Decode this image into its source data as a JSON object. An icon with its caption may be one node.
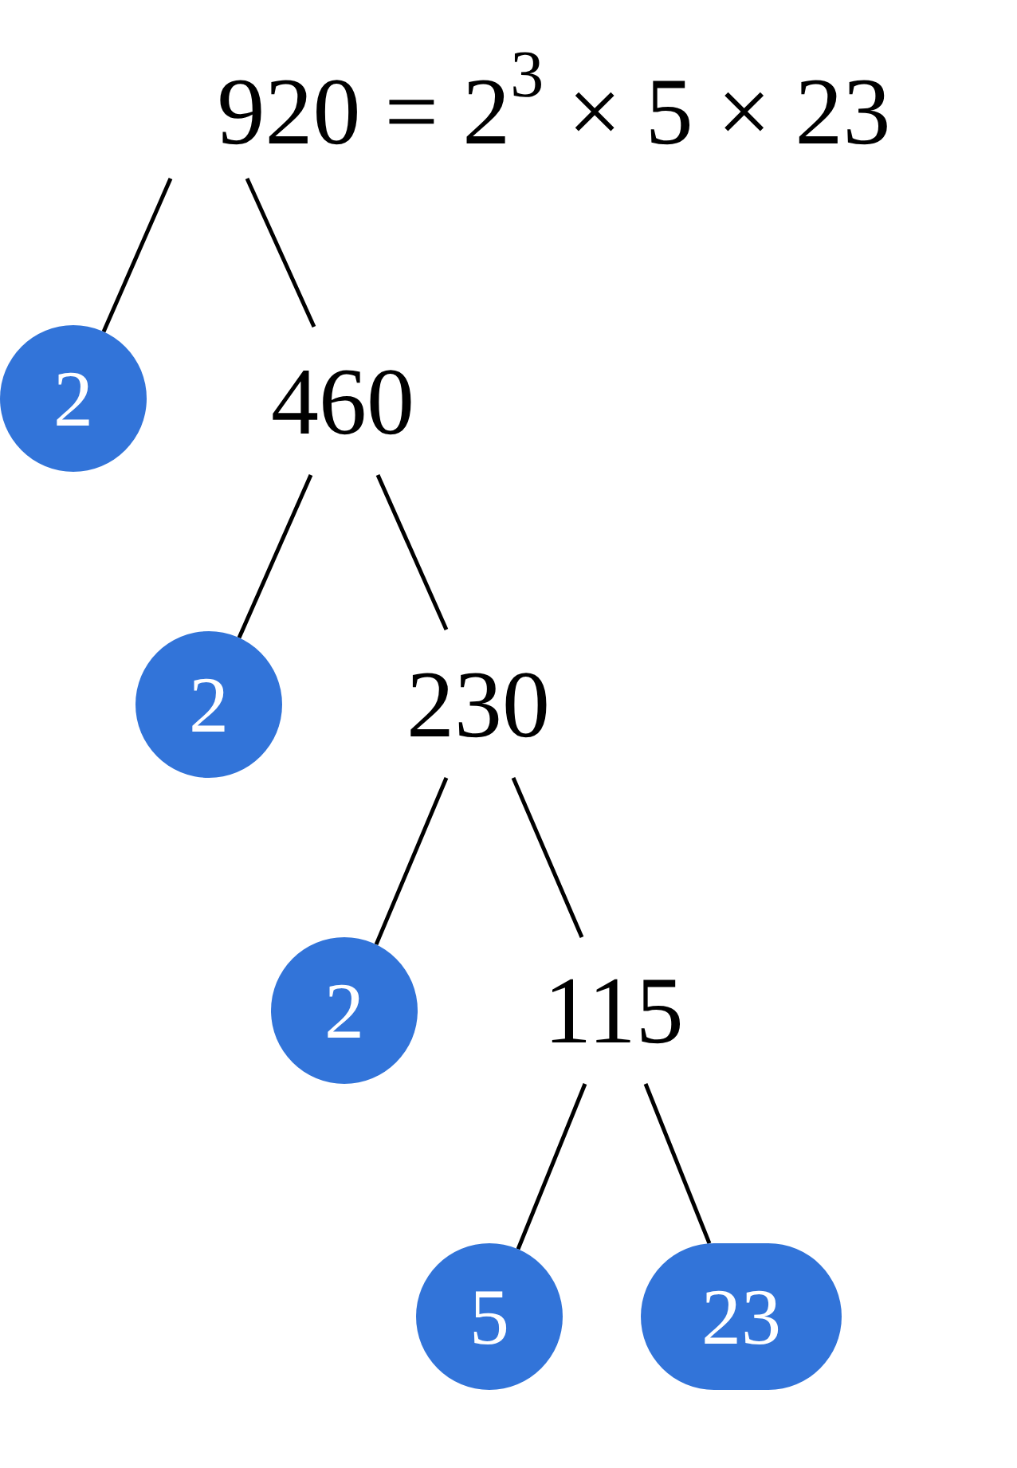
{
  "diagram": {
    "nodes": [
      {
        "text": [
          "920 = 2$^{3}$ × 5 × 23"
        ]
      },
      {
        "text": [
          "2"
        ]
      },
      {
        "text": [
          "460"
        ]
      },
      {
        "text": [
          "2"
        ]
      },
      {
        "text": [
          "230"
        ]
      },
      {
        "text": [
          "2"
        ]
      },
      {
        "text": [
          "115"
        ]
      },
      {
        "text": [
          "5"
        ]
      },
      {
        "text": [
          "23"
        ]
      }
    ],
    "edges": [
      {
        "from": 0,
        "to": 1,
        "arrow": "none"
      },
      {
        "from": 0,
        "to": 2,
        "arrow": "none"
      },
      {
        "from": 2,
        "to": 3,
        "arrow": "none"
      },
      {
        "from": 2,
        "to": 4,
        "arrow": "none"
      },
      {
        "from": 4,
        "to": 5,
        "arrow": "none"
      },
      {
        "from": 4,
        "to": 6,
        "arrow": "none"
      },
      {
        "from": 6,
        "to": 7,
        "arrow": "none"
      },
      {
        "from": 6,
        "to": 8,
        "arrow": "none"
      }
    ]
  }
}
